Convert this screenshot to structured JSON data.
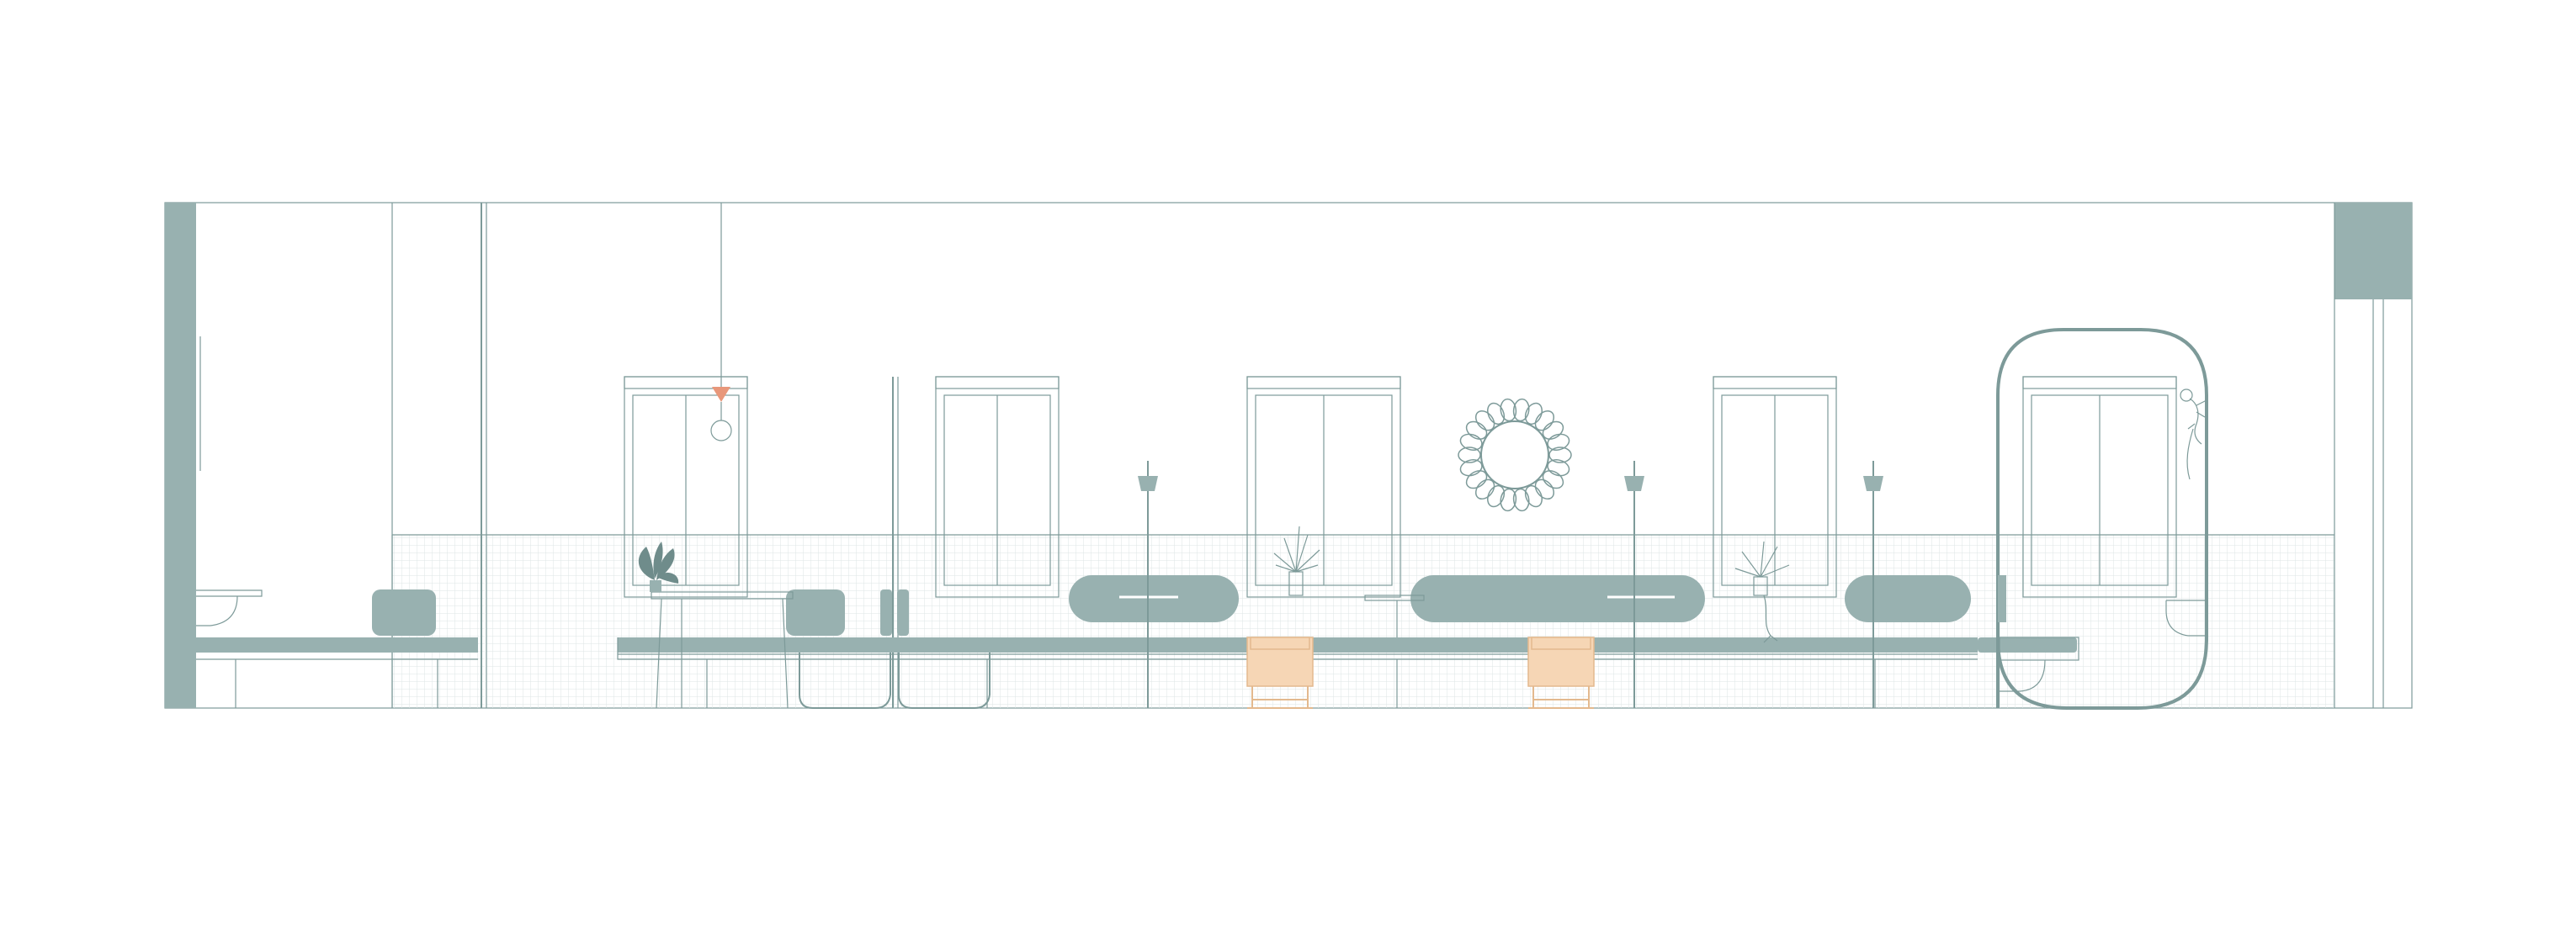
{
  "drawing": {
    "type": "interior elevation",
    "text_labels": []
  },
  "colors": {
    "background": "#ffffff",
    "line": "#7d9a99",
    "fill": "#98b1b0",
    "fill_dark": "#8aa6a5",
    "lamp_shade": "#e8977a",
    "stool": "#f6d6b5",
    "stool_line": "#e3b98e",
    "hatch": "#d5e0df"
  },
  "elements": {
    "wall_left": "wall-section",
    "column_right": "column-section",
    "windows": [
      "window",
      "window",
      "window",
      "window",
      "window"
    ],
    "wall_lamps": [
      "wall-lamp-icon",
      "wall-lamp-icon",
      "wall-lamp-icon"
    ],
    "pendant": "pendant-lamp-icon",
    "mirror": "sunburst-mirror-icon",
    "plants": [
      "potted-plant-icon",
      "potted-plant-icon",
      "potted-plant-icon"
    ],
    "stools": [
      "stool",
      "stool"
    ],
    "cushions": [
      "cushion",
      "cushion",
      "cushion",
      "cushion",
      "cushion"
    ],
    "arch_frame": "arched-frame",
    "monkey_lamp": "monkey-lamp-icon"
  }
}
